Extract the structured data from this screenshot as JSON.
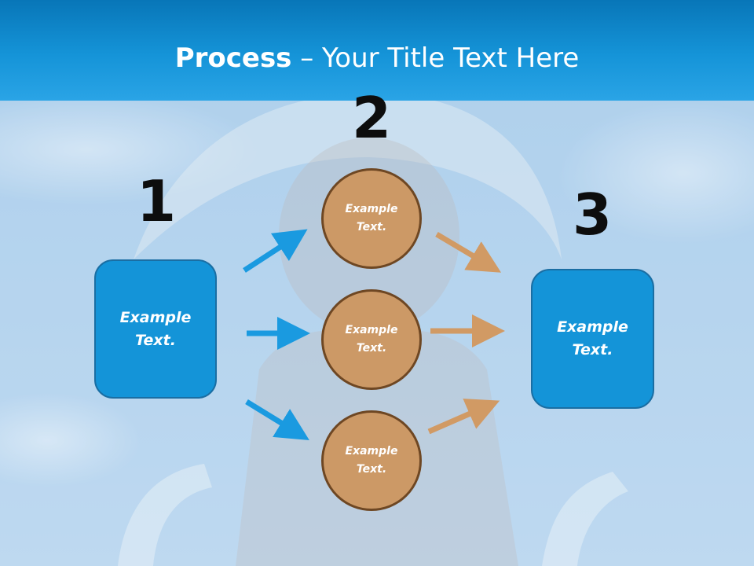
{
  "title": {
    "bold": "Process",
    "rest": " – Your Title Text Here"
  },
  "steps": {
    "n1": "1",
    "n2": "2",
    "n3": "3"
  },
  "left_box": {
    "text": "Example\nText."
  },
  "right_box": {
    "text": "Example\nText."
  },
  "circles": [
    {
      "text": "Example\nText."
    },
    {
      "text": "Example\nText."
    },
    {
      "text": "Example\nText."
    }
  ],
  "colors": {
    "header": "#1594d8",
    "box": "#1494d8",
    "circle": "#cc9966",
    "blue_arrow": "#1a9ae0",
    "brown_arrow": "#d19a64"
  }
}
